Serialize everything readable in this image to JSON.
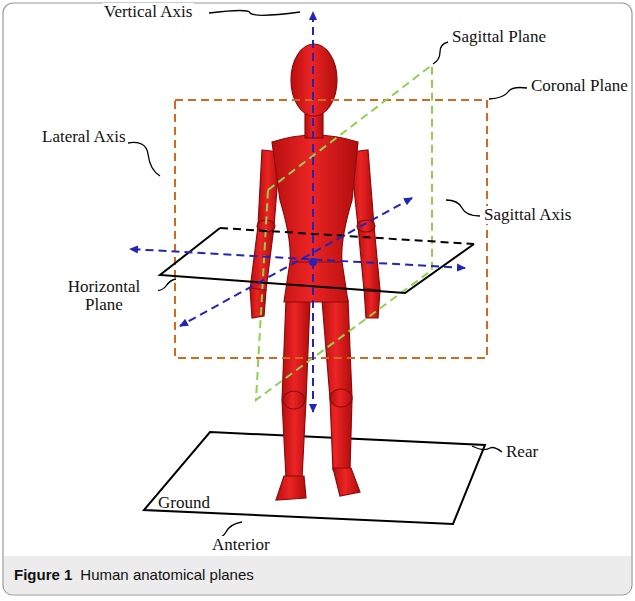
{
  "diagram": {
    "caption": "Human anatomical planes",
    "labels": [
      "Vertical Axis",
      "Sagittal Plane",
      "Coronal Plane",
      "Lateral Axis",
      "Sagittal Axis",
      "Horizontal Plane",
      "Rear",
      "Ground",
      "Anterior",
      "Figure 1"
    ]
  }
}
